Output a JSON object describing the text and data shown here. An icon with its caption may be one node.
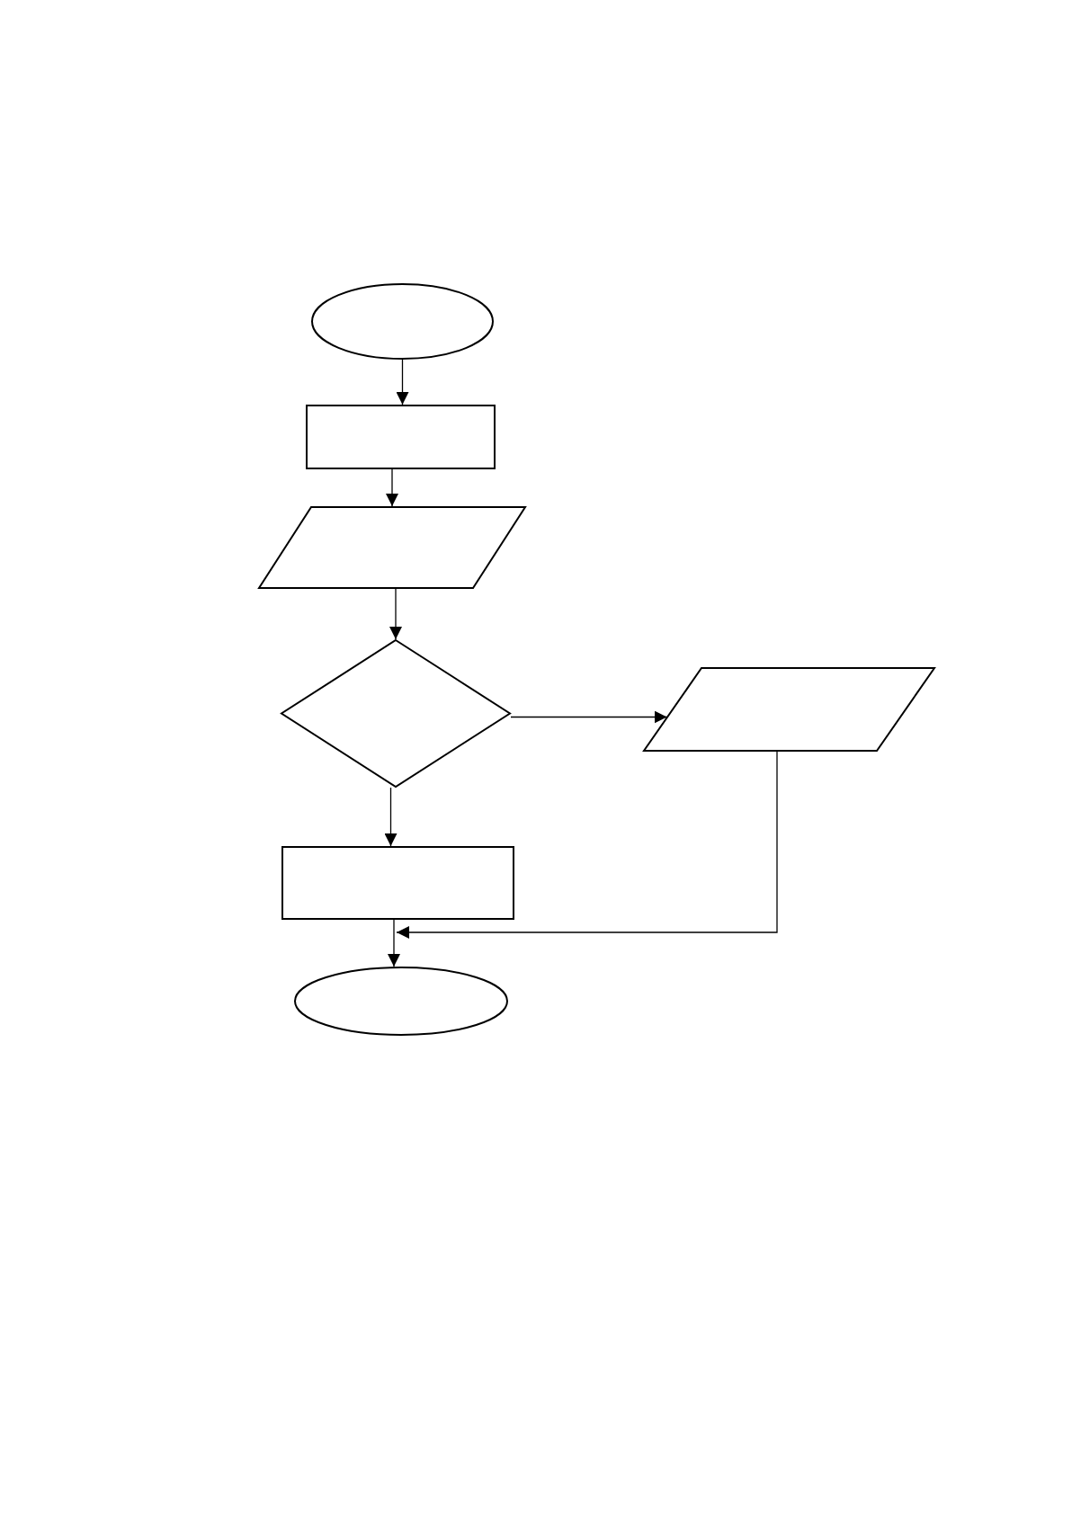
{
  "diagram": {
    "nodes": [
      {
        "text": [],
        "shape": "ellipse"
      },
      {
        "text": [],
        "shape": "box"
      },
      {
        "text": [],
        "shape": "parallelogram"
      },
      {
        "text": [],
        "shape": "diamond"
      },
      {
        "text": [],
        "shape": "parallelogram"
      },
      {
        "text": [],
        "shape": "box"
      },
      {
        "text": [],
        "shape": "ellipse"
      }
    ],
    "edges": [
      {
        "from": 0,
        "to": 1,
        "arrow": "to"
      },
      {
        "from": 1,
        "to": 2,
        "arrow": "to"
      },
      {
        "from": 2,
        "to": 3,
        "arrow": "to"
      },
      {
        "from": 3,
        "to": 4,
        "arrow": "to"
      },
      {
        "from": 3,
        "to": 5,
        "arrow": "to"
      },
      {
        "from": 5,
        "to": 6,
        "arrow": "to"
      },
      {
        "from": 4,
        "to": 6,
        "arrow": "to"
      }
    ]
  }
}
